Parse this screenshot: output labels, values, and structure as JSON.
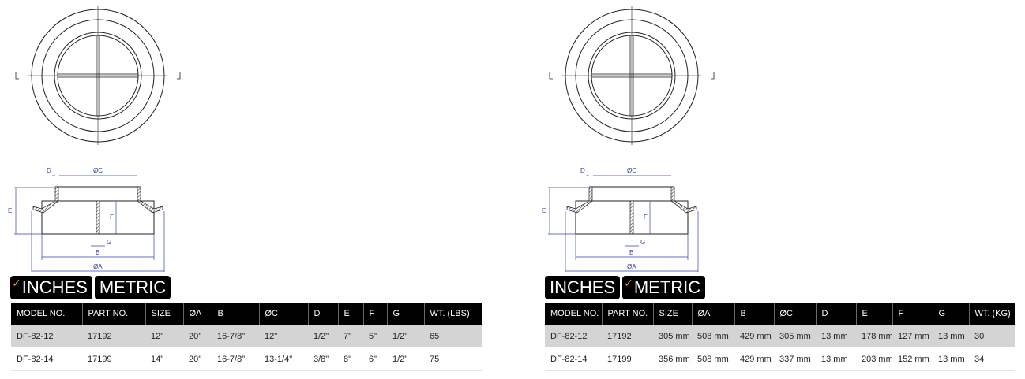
{
  "labels": {
    "D": "D",
    "C": "ØC",
    "E": "E",
    "F": "F",
    "G": "G",
    "B": "B",
    "A": "ØA"
  },
  "colors": {
    "dimension": "#3344aa",
    "check": "#f0a020",
    "header_bg": "#000000",
    "row_alt": "#d4d4d4"
  },
  "panels": [
    {
      "units": {
        "inches": "INCHES",
        "metric": "METRIC",
        "selected": "inches"
      },
      "headers": [
        "MODEL NO.",
        "PART NO.",
        "SIZE",
        "ØA",
        "B",
        "ØC",
        "D",
        "E",
        "F",
        "G",
        "WT. (LBS)"
      ],
      "rows": [
        [
          "DF-82-12",
          "17192",
          "12\"",
          "20\"",
          "16-7/8\"",
          "12\"",
          "1/2\"",
          "7\"",
          "5\"",
          "1/2\"",
          "65"
        ],
        [
          "DF-82-14",
          "17199",
          "14\"",
          "20\"",
          "16-7/8\"",
          "13-1/4\"",
          "3/8\"",
          "8\"",
          "6\"",
          "1/2\"",
          "75"
        ]
      ]
    },
    {
      "units": {
        "inches": "INCHES",
        "metric": "METRIC",
        "selected": "metric"
      },
      "headers": [
        "MODEL NO.",
        "PART NO.",
        "SIZE",
        "ØA",
        "B",
        "ØC",
        "D",
        "E",
        "F",
        "G",
        "WT. (KG)"
      ],
      "rows": [
        [
          "DF-82-12",
          "17192",
          "305 mm",
          "508 mm",
          "429 mm",
          "305 mm",
          "13 mm",
          "178 mm",
          "127 mm",
          "13 mm",
          "30"
        ],
        [
          "DF-82-14",
          "17199",
          "356 mm",
          "508 mm",
          "429 mm",
          "337 mm",
          "13 mm",
          "203 mm",
          "152 mm",
          "13 mm",
          "34"
        ]
      ]
    }
  ]
}
